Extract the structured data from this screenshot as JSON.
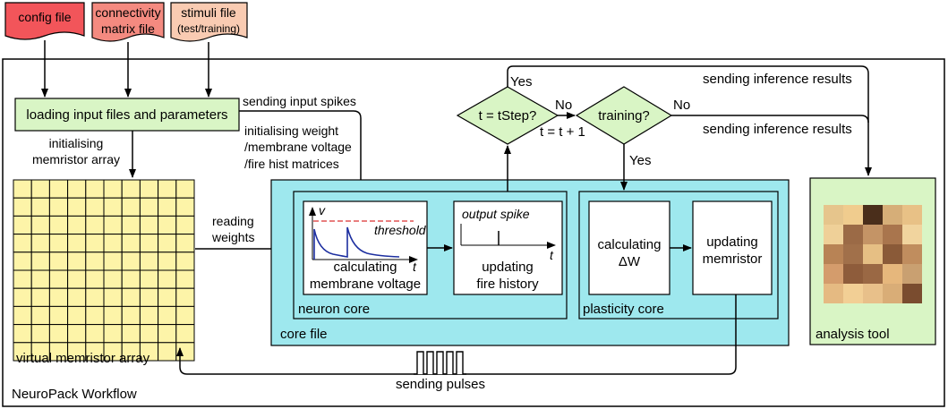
{
  "diagram": {
    "title": "NeuroPack Workflow",
    "inputs": {
      "config_file": "config file",
      "connectivity_line1": "connectivity",
      "connectivity_line2": "matrix file",
      "stimuli_line1": "stimuli file",
      "stimuli_line2": "(test/training)"
    },
    "loading_box": "loading input files and parameters",
    "labels": {
      "init_memristor_line1": "initialising",
      "init_memristor_line2": "memristor array",
      "sending_input_spikes": "sending input spikes",
      "init_weight_line1": "initialising weight",
      "init_weight_line2": "/membrane voltage",
      "init_weight_line3": "/fire hist matrices",
      "reading_line1": "reading",
      "reading_line2": "weights",
      "sending_pulses": "sending pulses",
      "sending_inference_top": "sending inference results",
      "sending_inference_mid": "sending inference results",
      "yes_top": "Yes",
      "no_1": "No",
      "no_2": "No",
      "yes_2": "Yes",
      "t_increment": "t = t + 1"
    },
    "decisions": {
      "tstep": "t = tStep?",
      "training": "training?"
    },
    "memristor_array_label": "virtual memristor array",
    "core_file": {
      "label": "core file",
      "neuron_core": {
        "label": "neuron core",
        "voltage_box": {
          "axis_v": "v",
          "axis_t": "t",
          "threshold": "threshold",
          "caption_line1": "calculating",
          "caption_line2": "membrane voltage"
        },
        "history_box": {
          "output_spike": "output spike",
          "axis_t": "t",
          "caption_line1": "updating",
          "caption_line2": "fire history"
        }
      },
      "plasticity_core": {
        "label": "plasticity core",
        "delta_box_line1": "calculating",
        "delta_box_line2": "ΔW",
        "update_box_line1": "updating",
        "update_box_line2": "memristor"
      }
    },
    "analysis_tool": {
      "label": "analysis tool",
      "heatmap_colors": [
        [
          "#e6c58c",
          "#f0cc8e",
          "#4a2e1b",
          "#d6ae78",
          "#e8c186"
        ],
        [
          "#efd098",
          "#9b6a46",
          "#c49466",
          "#a9754d",
          "#f1d49e"
        ],
        [
          "#b88355",
          "#a1704a",
          "#e6bf84",
          "#8a5a38",
          "#c08d5e"
        ],
        [
          "#d49c6c",
          "#8e5c3b",
          "#9a6844",
          "#e6b77c",
          "#c9a071"
        ],
        [
          "#e5ba82",
          "#f2cf95",
          "#e8c08a",
          "#d9ad77",
          "#7a4c2f"
        ]
      ]
    },
    "colors": {
      "config_fill": "#f2555a",
      "connectivity_fill": "#f48a80",
      "stimuli_fill": "#f9cbb2",
      "green_fill": "#d9f5c5",
      "cyan_fill": "#9ee8ee",
      "grid_fill": "#fdf4a8",
      "neuron_curve": "#1d2fa0",
      "threshold_line": "#d93030"
    }
  }
}
